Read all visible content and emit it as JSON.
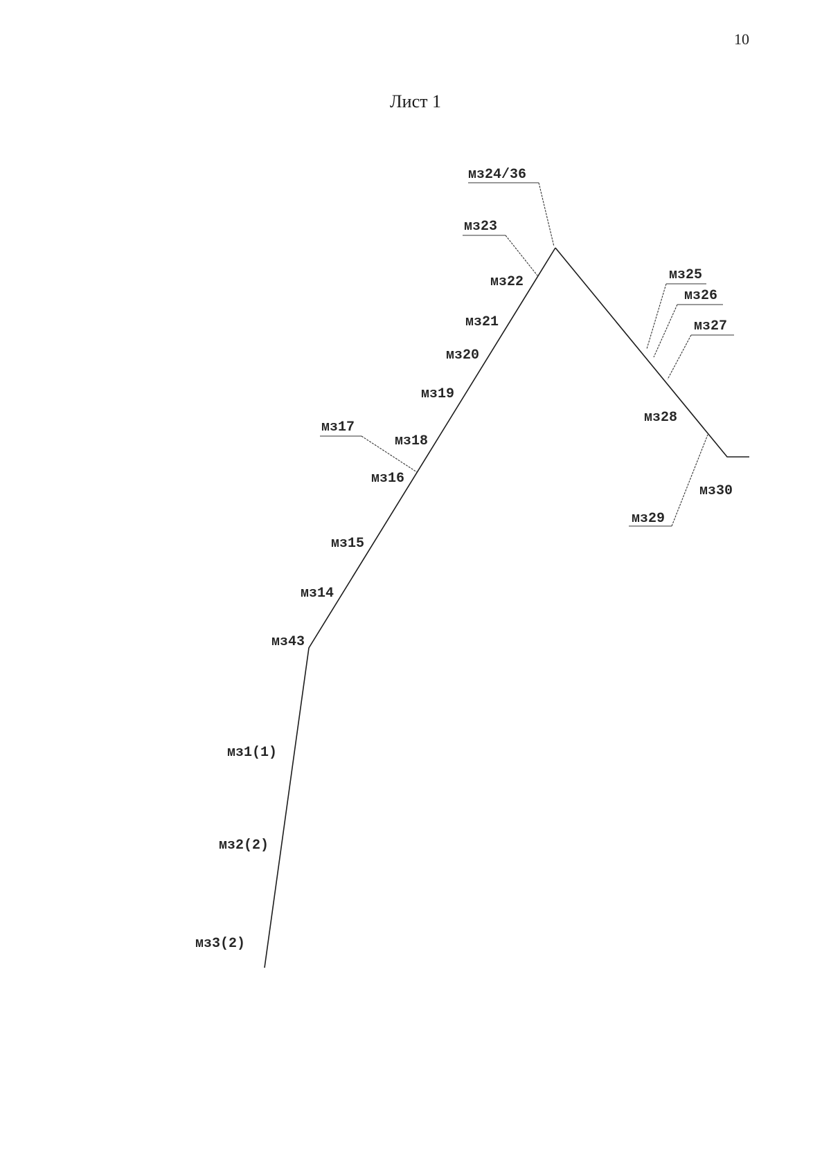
{
  "page_number": "10",
  "sheet_title": "Лист 1",
  "markers": {
    "ms24_36": "мз24/36",
    "ms23": "мз23",
    "ms22": "мз22",
    "ms21": "мз21",
    "ms20": "мз20",
    "ms19": "мз19",
    "ms17": "мз17",
    "ms18": "мз18",
    "ms16": "мз16",
    "ms15": "мз15",
    "ms14": "мз14",
    "ms43": "мз43",
    "ms1": "мз1(1)",
    "ms2": "мз2(2)",
    "ms3": "мз3(2)",
    "ms25": "мз25",
    "ms26": "мз26",
    "ms27": "мз27",
    "ms28": "мз28",
    "ms29": "мз29",
    "ms30": "мз30"
  }
}
